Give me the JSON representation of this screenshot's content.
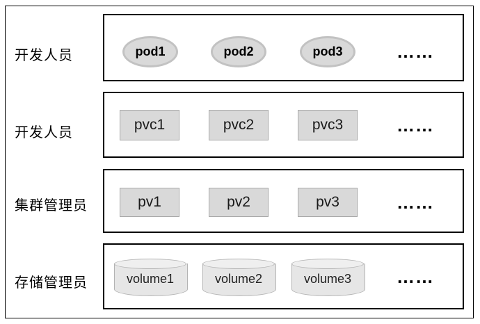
{
  "diagram": {
    "rows": [
      {
        "label": "开发人员",
        "shape": "ellipse",
        "items": [
          "pod1",
          "pod2",
          "pod3"
        ],
        "more": "……"
      },
      {
        "label": "开发人员",
        "shape": "rectangle",
        "items": [
          "pvc1",
          "pvc2",
          "pvc3"
        ],
        "more": "……"
      },
      {
        "label": "集群管理员",
        "shape": "rectangle",
        "items": [
          "pv1",
          "pv2",
          "pv3"
        ],
        "more": "……"
      },
      {
        "label": "存储管理员",
        "shape": "cylinder",
        "items": [
          "volume1",
          "volume2",
          "volume3"
        ],
        "more": "……"
      }
    ],
    "colors": {
      "background": "#ffffff",
      "box_border": "#000000",
      "shape_fill": "#d9d9d9",
      "ellipse_border": "#c2c2c2",
      "rect_border": "#a9a9a9",
      "cylinder_fill": "#e6e6e6",
      "cylinder_border": "#b3b3b3"
    }
  }
}
